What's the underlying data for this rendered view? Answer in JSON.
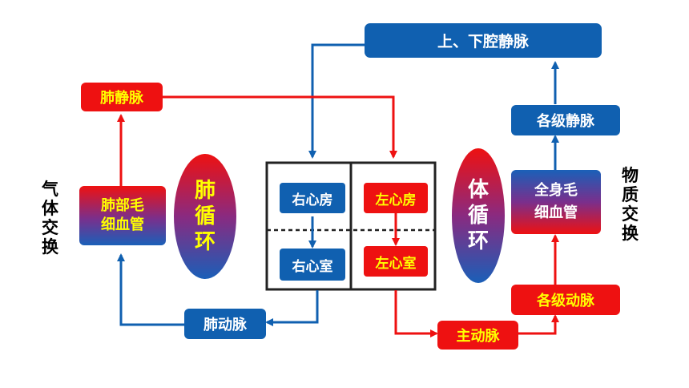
{
  "nodes": {
    "vena_cava": "上、下腔静脉",
    "pulmonary_vein": "肺静脉",
    "pulmonary_capillary": [
      "肺部毛",
      "细血管"
    ],
    "pulmonary_artery": "肺动脉",
    "right_atrium": "右心房",
    "right_ventricle": "右心室",
    "left_atrium": "左心房",
    "left_ventricle": "左心室",
    "aorta": "主动脉",
    "arteries": "各级动脉",
    "veins": "各级静脉",
    "body_capillary": [
      "全身毛",
      "细血管"
    ]
  },
  "circulations": {
    "pulmonary": [
      "肺",
      "循",
      "环"
    ],
    "systemic": [
      "体",
      "循",
      "环"
    ]
  },
  "side_labels": {
    "gas_exchange": [
      "气",
      "体",
      "交",
      "换"
    ],
    "material_exchange": [
      "物",
      "质",
      "交",
      "换"
    ]
  },
  "colors": {
    "venous_blue": "#1060b0",
    "arterial_red": "#ee1111",
    "label_yellow": "#ffff00"
  }
}
